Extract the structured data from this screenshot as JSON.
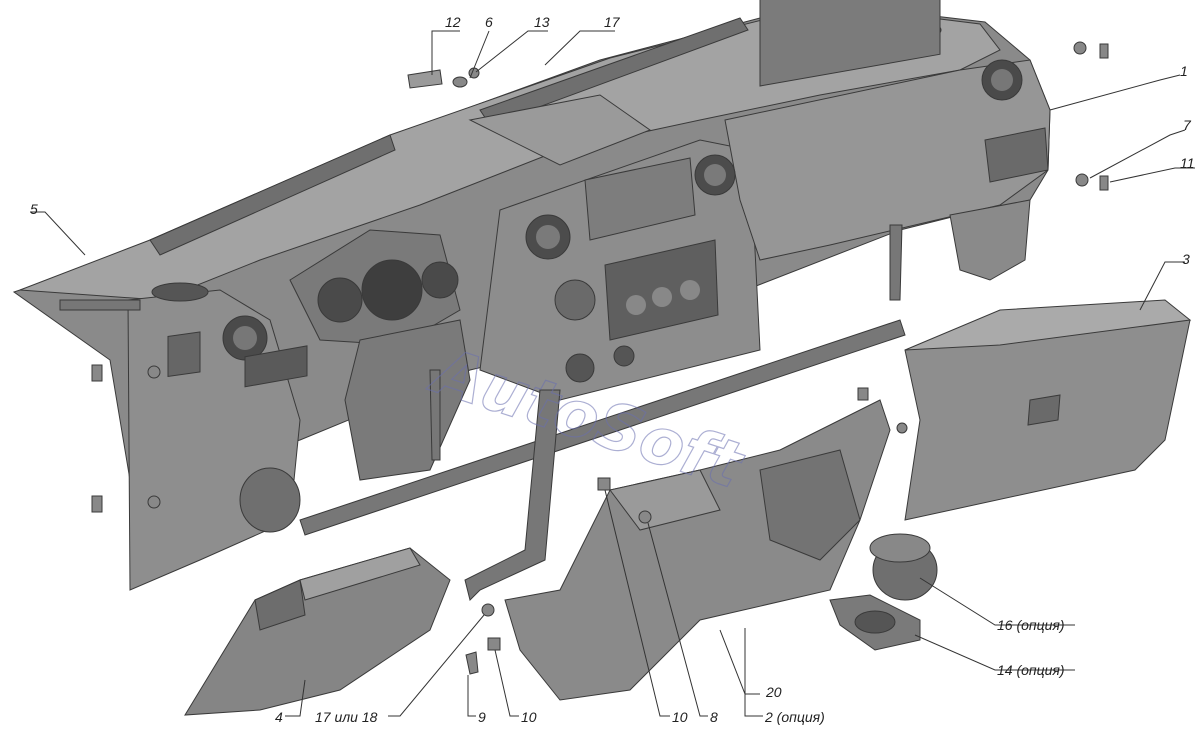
{
  "diagram": {
    "watermark": "AutoSoft",
    "colors": {
      "background": "#ffffff",
      "part_dark": "#6e6e6e",
      "part_mid": "#8c8c8c",
      "part_light": "#a8a8a8",
      "line": "#333333"
    },
    "callouts": [
      {
        "id": "c12",
        "text": "12"
      },
      {
        "id": "c6",
        "text": "6"
      },
      {
        "id": "c13",
        "text": "13"
      },
      {
        "id": "c17top",
        "text": "17"
      },
      {
        "id": "c1",
        "text": "1"
      },
      {
        "id": "c7",
        "text": "7"
      },
      {
        "id": "c11",
        "text": "11"
      },
      {
        "id": "c5",
        "text": "5"
      },
      {
        "id": "c3",
        "text": "3"
      },
      {
        "id": "c16",
        "text": "16 (опция)"
      },
      {
        "id": "c14",
        "text": "14 (опция)"
      },
      {
        "id": "c20",
        "text": "20"
      },
      {
        "id": "c4",
        "text": "4"
      },
      {
        "id": "c17or18",
        "text": "17 или 18"
      },
      {
        "id": "c9",
        "text": "9"
      },
      {
        "id": "c10a",
        "text": "10"
      },
      {
        "id": "c10b",
        "text": "10"
      },
      {
        "id": "c8",
        "text": "8"
      },
      {
        "id": "c2",
        "text": "2 (опция)"
      }
    ]
  }
}
